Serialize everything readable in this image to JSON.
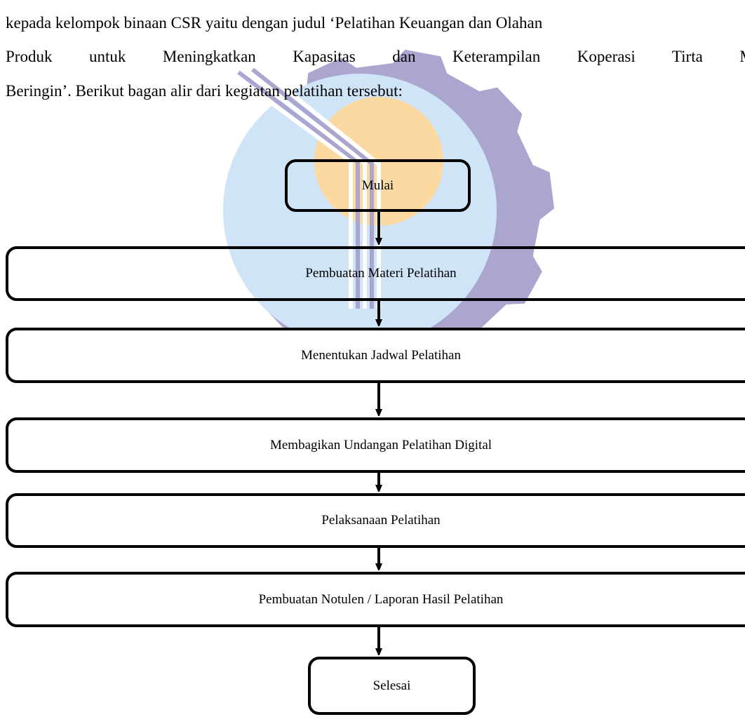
{
  "paragraph": {
    "line1": "kepada kelompok binaan CSR yaitu dengan judul ‘Pelatihan Keuangan dan Olahan",
    "line2": "Produk untuk Meningkatkan Kapasitas dan Keterampilan Koperasi Tirta Muda",
    "line3": "Beringin’. Berikut bagan alir dari kegiatan pelatihan tersebut:"
  },
  "flowchart": {
    "start": "Mulai",
    "steps": [
      "Pembuatan Materi Pelatihan",
      "Menentukan Jadwal Pelatihan",
      "Membagikan Undangan Pelatihan Digital",
      "Pelaksanaan Pelatihan",
      "Pembuatan Notulen / Laporan Hasil Pelatihan"
    ],
    "end": "Selesai"
  },
  "colors": {
    "gear": "#aaa6cf",
    "blue_circle": "#cfe4f6",
    "orange_circle": "#fbd9a0",
    "outline": "#000000"
  }
}
